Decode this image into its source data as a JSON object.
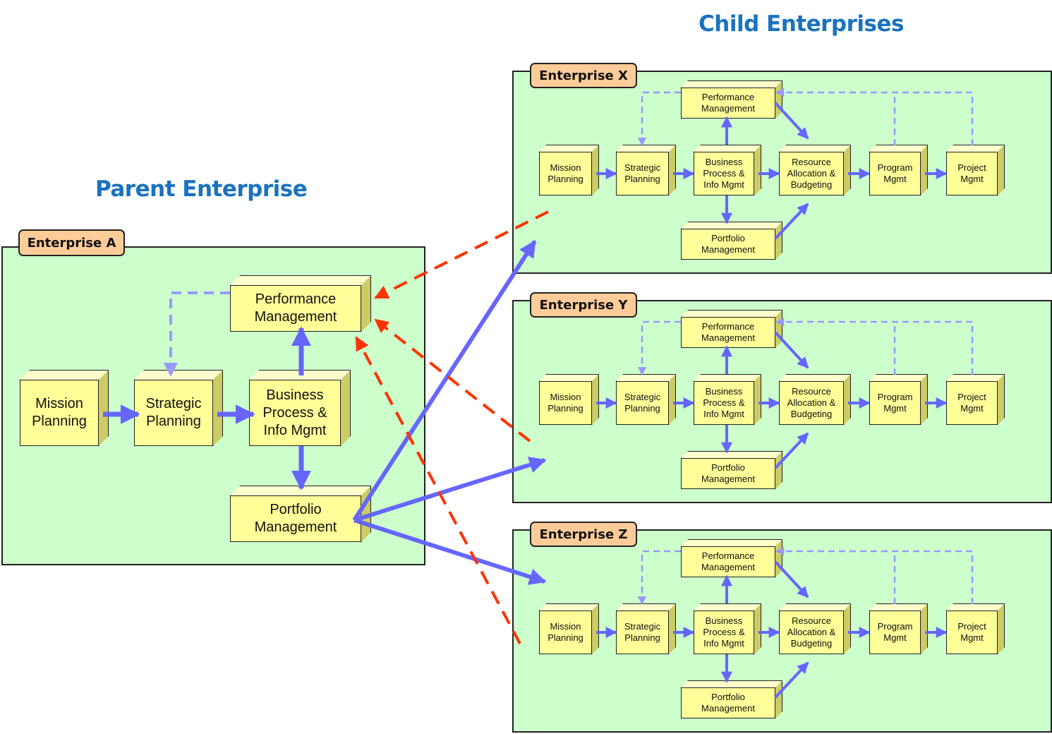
{
  "headings": {
    "parent": "Parent Enterprise",
    "child": "Child Enterprises"
  },
  "parent_enterprise": {
    "label": "Enterprise A",
    "boxes": {
      "mission": "Mission\nPlanning",
      "strategic": "Strategic\nPlanning",
      "business": "Business\nProcess &\nInfo Mgmt",
      "performance": "Performance\nManagement",
      "portfolio": "Portfolio\nManagement"
    }
  },
  "child_enterprises": [
    {
      "label": "Enterprise X",
      "boxes": {
        "performance": "Performance\nManagement",
        "mission": "Mission\nPlanning",
        "strategic": "Strategic\nPlanning",
        "business": "Business\nProcess &\nInfo Mgmt",
        "resource": "Resource\nAllocation &\nBudgeting",
        "program": "Program\nMgmt",
        "project": "Project\nMgmt",
        "portfolio": "Portfolio\nManagement"
      }
    },
    {
      "label": "Enterprise Y",
      "boxes": {
        "performance": "Performance\nManagement",
        "mission": "Mission\nPlanning",
        "strategic": "Strategic\nPlanning",
        "business": "Business\nProcess &\nInfo Mgmt",
        "resource": "Resource\nAllocation &\nBudgeting",
        "program": "Program\nMgmt",
        "project": "Project\nMgmt",
        "portfolio": "Portfolio\nManagement"
      }
    },
    {
      "label": "Enterprise Z",
      "boxes": {
        "performance": "Performance\nManagement",
        "mission": "Mission\nPlanning",
        "strategic": "Strategic\nPlanning",
        "business": "Business\nProcess &\nInfo Mgmt",
        "resource": "Resource\nAllocation &\nBudgeting",
        "program": "Program\nMgmt",
        "project": "Project\nMgmt",
        "portfolio": "Portfolio\nManagement"
      }
    }
  ],
  "colors": {
    "panel": "#ccffcc",
    "tab": "#ffcc99",
    "box_front": "#ffff99",
    "box_side": "#cccc66",
    "flow_arrow": "#6666ff",
    "feedback_arrow": "#9999ff",
    "cross_feedback": "#ff3300",
    "heading": "#1a72c0"
  }
}
